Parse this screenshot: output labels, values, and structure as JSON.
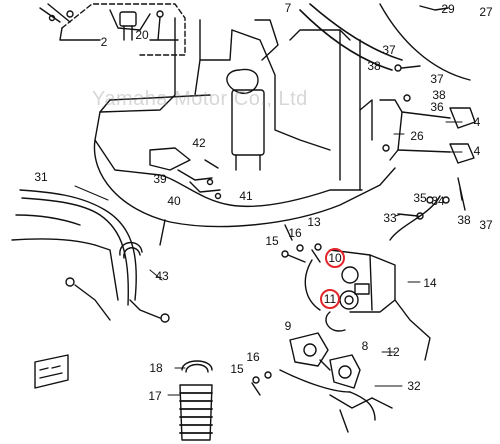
{
  "watermark": "Yamaha Motor Co., Ltd",
  "highlight_color": "#e3262b",
  "callouts": {
    "c2": "2",
    "c20": "20",
    "c7": "7",
    "c29": "29",
    "c27": "27",
    "c37a": "37",
    "c38a": "38",
    "c37b": "37",
    "c38b": "38",
    "c36": "36",
    "c26": "26",
    "c4a": "4",
    "c4b": "4",
    "c42": "42",
    "c39": "39",
    "c40": "40",
    "c41": "41",
    "c31": "31",
    "c35": "35",
    "c34": "34",
    "c33": "33",
    "c38c": "38",
    "c37c": "37",
    "c16a": "16",
    "c13": "13",
    "c15a": "15",
    "c10": "10",
    "c11": "11",
    "c14": "14",
    "c43": "43",
    "c9": "9",
    "c8": "8",
    "c12": "12",
    "c18": "18",
    "c16b": "16",
    "c15b": "15",
    "c17": "17",
    "c32": "32"
  }
}
